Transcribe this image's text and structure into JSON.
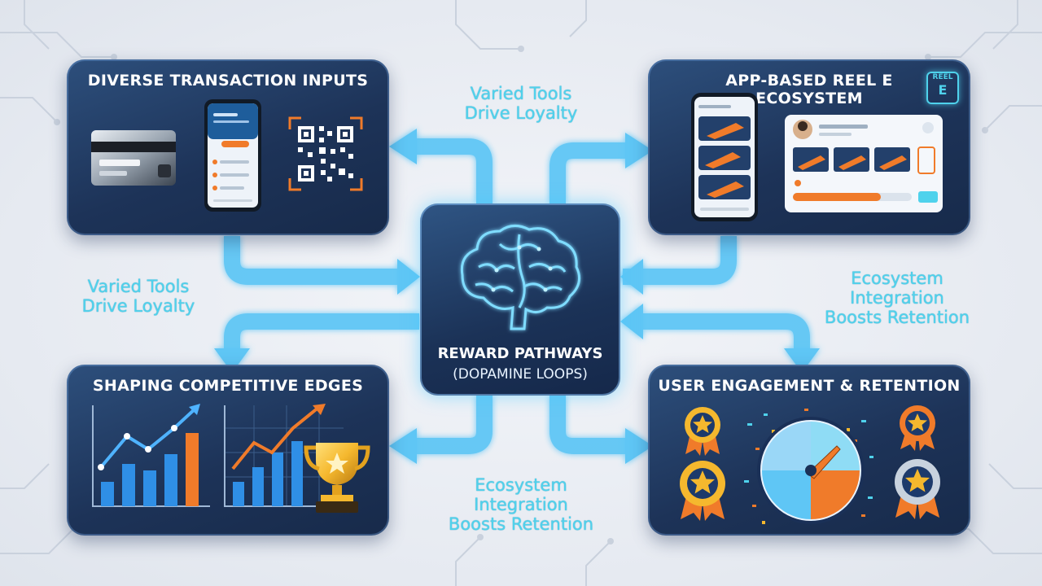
{
  "cards": {
    "inputs": {
      "title": "DIVERSE TRANSACTION INPUTS"
    },
    "ecosystem": {
      "title_line1": "APP-BASED REEL E",
      "title_line2": "ECOSYSTEM",
      "logo_top": "REEL",
      "logo_bottom": "E"
    },
    "competitive": {
      "title": "SHAPING COMPETITIVE EDGES"
    },
    "engagement": {
      "title": "USER ENGAGEMENT & RETENTION"
    }
  },
  "center": {
    "title": "REWARD PATHWAYS",
    "subtitle": "(DOPAMINE LOOPS)"
  },
  "labels": {
    "top": {
      "line1": "Varied Tools",
      "line2": "Drive Loyalty"
    },
    "left": {
      "line1": "Varied Tools",
      "line2": "Drive Loyalty"
    },
    "right": {
      "line1": "Ecosystem",
      "line2": "Integration",
      "line3": "Boosts Retention"
    },
    "bottom": {
      "line1": "Ecosystem",
      "line2": "Integration",
      "line3": "Boosts Retention"
    }
  },
  "colors": {
    "card_bg": "#1d3358",
    "accent_cyan": "#4fd2ec",
    "arrow_blue": "#5fc6f5",
    "bar_blue": "#2f8fe6",
    "bar_orange": "#f07b2a",
    "gold": "#f5b82e"
  },
  "icons": [
    "credit-card-icon",
    "smartphone-icon",
    "qr-code-icon",
    "brain-icon",
    "trophy-icon",
    "medal-icon",
    "prize-wheel-icon",
    "bar-chart-icon"
  ]
}
